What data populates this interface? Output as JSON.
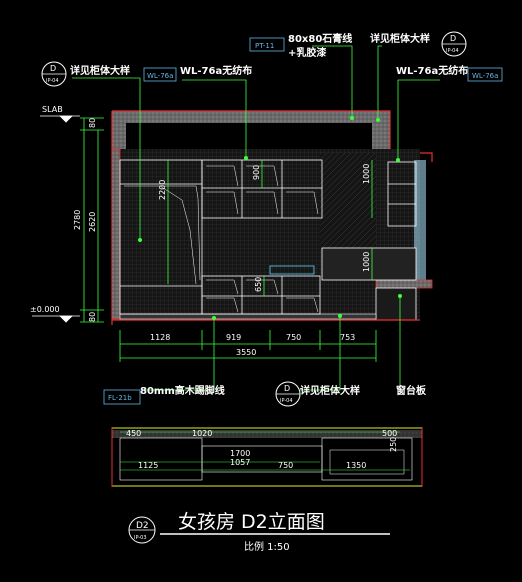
{
  "drawing": {
    "title": "女孩房 D2立面图",
    "scale": "比例 1:50",
    "title_tag": {
      "top": "D2",
      "bottom": "IP-03"
    }
  },
  "annotations": {
    "see_cabinet_1": "详见柜体大样",
    "wl76a_1": "WL-76a无纺布",
    "plaster_1": "80x80石膏线",
    "plaster_2": "+乳胶漆",
    "see_cabinet_2": "详见柜体大样",
    "wl76a_2": "WL-76a无纺布",
    "skirting": "80mm高木踢脚线",
    "see_cabinet_3": "详见柜体大样",
    "window_sill": "窗台板"
  },
  "tags": {
    "wl76a_left": "WL-76a",
    "pt11": "PT-11",
    "wl76a_right": "WL-76a",
    "fl21b": "FL-21b"
  },
  "detail_markers": {
    "left": {
      "top": "D",
      "bottom": "IP-04"
    },
    "right": {
      "top": "D",
      "bottom": "IP-04"
    },
    "bottom": {
      "top": "D",
      "bottom": "IP-04"
    }
  },
  "levels": {
    "slab": "SLAB",
    "zero": "±0.000"
  },
  "dimensions": {
    "v_total": "2780",
    "v_mid": "2620",
    "v_top": "80",
    "v_bottom": "80",
    "h_2200": "2200",
    "h_900": "900",
    "h_650": "650",
    "h_1000": "1000",
    "h_right": "1000",
    "w_1128": "1128",
    "w_919": "919",
    "w_750": "750",
    "w_753": "753",
    "w_total": "3550"
  },
  "plan_dims": {
    "p_450": "450",
    "p_1020": "1020",
    "p_500": "500",
    "p_1700": "1700",
    "p_1057": "1057",
    "p_1125": "1125",
    "p_750": "750",
    "p_1350": "1350",
    "p_250": "250"
  }
}
